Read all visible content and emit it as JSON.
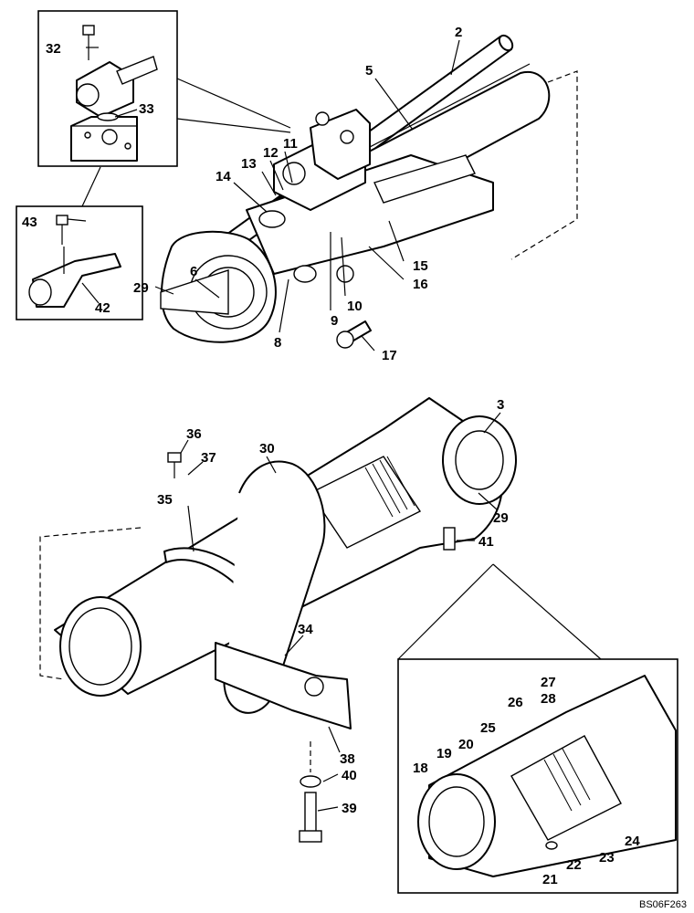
{
  "drawing_code": "BS06F263",
  "callouts": {
    "c2": "2",
    "c3": "3",
    "c5": "5",
    "c6": "6",
    "c8": "8",
    "c9": "9",
    "c10": "10",
    "c11": "11",
    "c12": "12",
    "c13": "13",
    "c14": "14",
    "c15": "15",
    "c16": "16",
    "c17": "17",
    "c18": "18",
    "c19": "19",
    "c20": "20",
    "c21": "21",
    "c22": "22",
    "c23": "23",
    "c24": "24",
    "c25": "25",
    "c26": "26",
    "c27": "27",
    "c28": "28",
    "c29a": "29",
    "c29b": "29",
    "c30": "30",
    "c32": "32",
    "c33": "33",
    "c34": "34",
    "c35": "35",
    "c36": "36",
    "c37": "37",
    "c38": "38",
    "c39": "39",
    "c40": "40",
    "c41": "41",
    "c42": "42",
    "c43": "43"
  }
}
